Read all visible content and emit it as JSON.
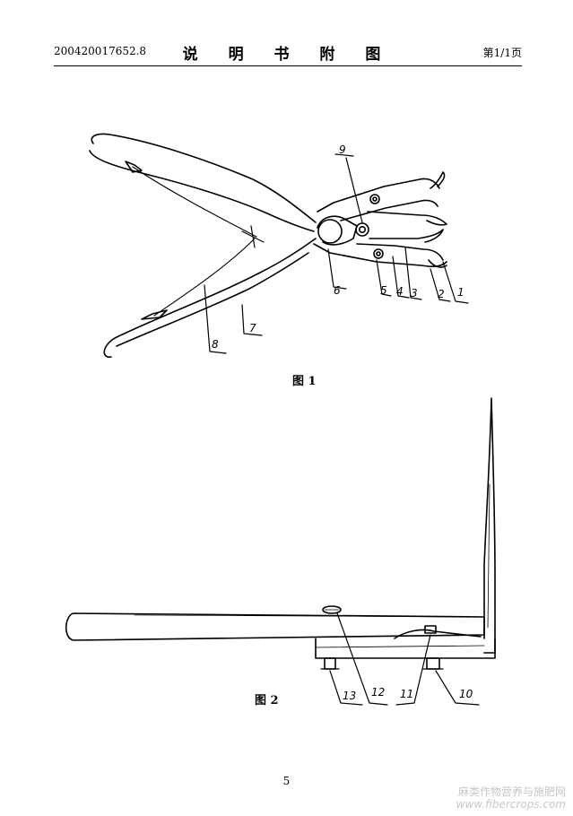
{
  "header": {
    "application_number": "200420017652.8",
    "title": "说 明 书 附 图",
    "page_label": "第1/1页"
  },
  "figure1": {
    "caption": "图 1",
    "labels": [
      "1",
      "2",
      "3",
      "4",
      "5",
      "6",
      "7",
      "8",
      "9"
    ]
  },
  "figure2": {
    "caption": "图 2",
    "labels": [
      "10",
      "11",
      "12",
      "13"
    ]
  },
  "footer": {
    "page_number": "5"
  },
  "watermark": {
    "text": "麻类作物营养与施肥网",
    "url": "www.fibercrops.com"
  }
}
